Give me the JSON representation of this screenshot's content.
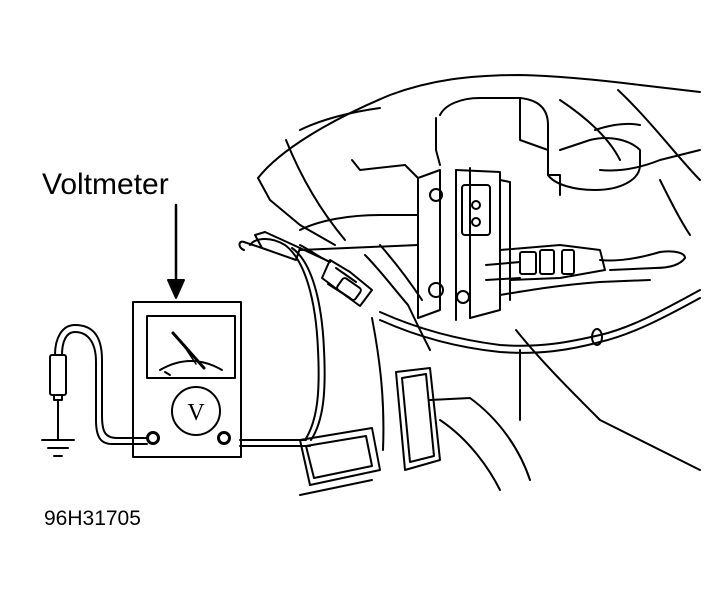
{
  "labels": {
    "callout": "Voltmeter",
    "figure_id": "96H31705",
    "meter_symbol": "V"
  },
  "colors": {
    "line": "#000000",
    "background": "#ffffff"
  }
}
